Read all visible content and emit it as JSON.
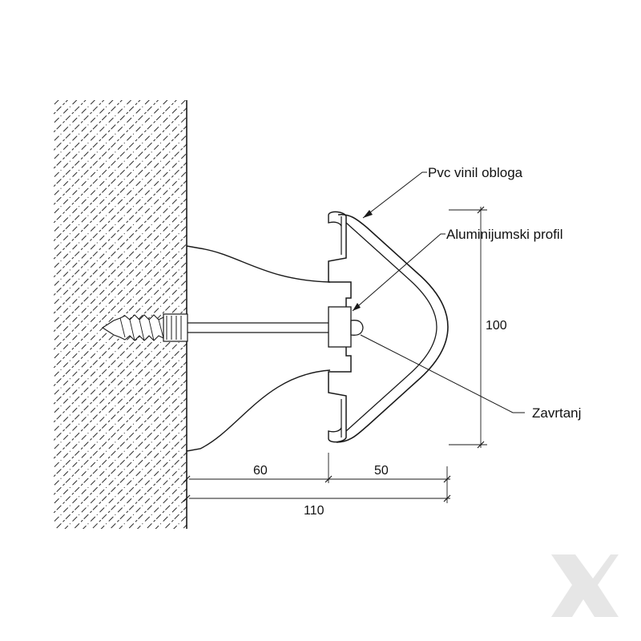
{
  "callouts": {
    "cladding": "Pvc vinil obloga",
    "profile": "Aluminijumski profil",
    "screw": "Zavrtanj"
  },
  "dimensions": {
    "wall_to_profile": "60",
    "profile_depth": "50",
    "total_depth": "110",
    "profile_height": "100"
  },
  "colors": {
    "line": "#1a1a1a",
    "watermark": "#e6e6e6"
  },
  "watermark_icon": "x-logo-icon"
}
